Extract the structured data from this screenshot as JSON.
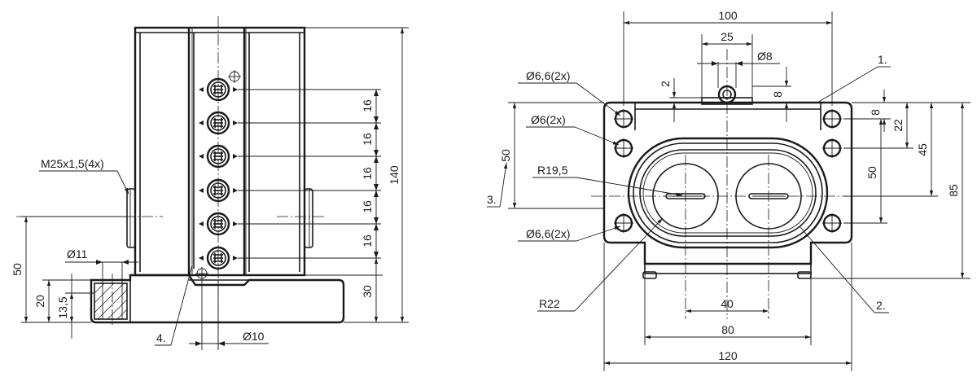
{
  "left_view": {
    "dims": {
      "thread": "M25x1,5(4x)",
      "d11": "Ø11",
      "d10": "Ø10",
      "h140": "140",
      "h50": "50",
      "h20": "20",
      "h13_5": "13,5",
      "h30": "30",
      "pitch": [
        "16",
        "16",
        "16",
        "16",
        "16"
      ]
    },
    "callout_4": "4."
  },
  "right_view": {
    "dims": {
      "w100": "100",
      "w25": "25",
      "d8": "Ø8",
      "d6_6_top": "Ø6,6(2x)",
      "d6": "Ø6(2x)",
      "d6_6_bot": "Ø6,6(2x)",
      "r19_5": "R19,5",
      "r22": "R22",
      "v2": "2",
      "v8_top": "8",
      "v8_right": "8",
      "v22": "22",
      "v45": "45",
      "v50_left": "50",
      "v50_right": "50",
      "v85": "85",
      "w40": "40",
      "w80": "80",
      "w120": "120"
    },
    "callouts": {
      "c1": "1.",
      "c2": "2.",
      "c3": "3."
    }
  }
}
